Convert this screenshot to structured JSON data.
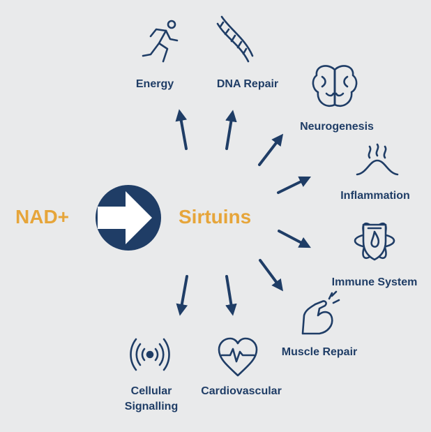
{
  "source": {
    "label": "NAD+",
    "color": "#e6a53a"
  },
  "hub": {
    "label": "Sirtuins",
    "color": "#e6a53a",
    "circle_color": "#1f3d66"
  },
  "accent": "#1f3d66",
  "targets": [
    {
      "id": "energy",
      "label": "Energy",
      "icon": "running-person-icon"
    },
    {
      "id": "dna-repair",
      "label": "DNA Repair",
      "icon": "dna-helix-icon"
    },
    {
      "id": "neurogenesis",
      "label": "Neurogenesis",
      "icon": "brain-icon"
    },
    {
      "id": "inflammation",
      "label": "Inflammation",
      "icon": "inflammation-icon"
    },
    {
      "id": "immune-system",
      "label": "Immune System",
      "icon": "immune-shield-icon"
    },
    {
      "id": "muscle-repair",
      "label": "Muscle Repair",
      "icon": "flexed-arm-icon"
    },
    {
      "id": "cardiovascular",
      "label": "Cardiovascular",
      "icon": "heartbeat-icon"
    },
    {
      "id": "cellular-signalling",
      "label": "Cellular Signalling",
      "icon": "signal-waves-icon"
    }
  ]
}
